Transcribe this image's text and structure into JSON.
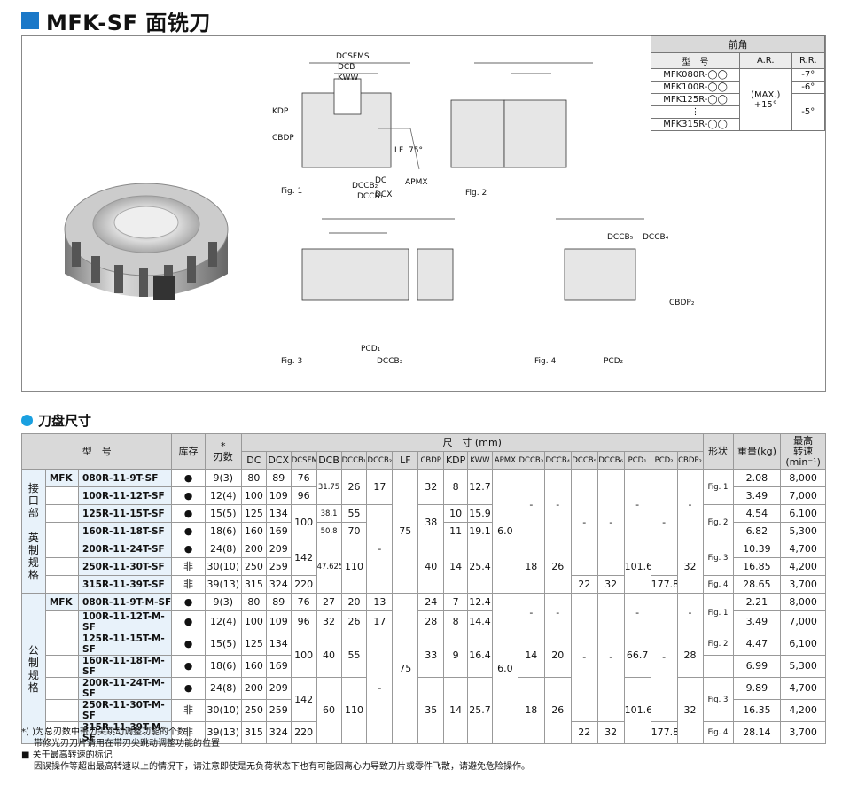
{
  "title": "MFK-SF 面铣刀",
  "rake_table": {
    "header": "前角",
    "col_model": "型　号",
    "col_ar": "A.R.",
    "col_rr": "R.R.",
    "rows": [
      {
        "model": "MFK080R-◯◯",
        "rr": "-7°"
      },
      {
        "model": "MFK100R-◯◯",
        "rr": "-6°"
      },
      {
        "model": "MFK125R-◯◯",
        "rr": "-5°"
      },
      {
        "model": "⋮",
        "rr": ""
      },
      {
        "model": "MFK315R-◯◯",
        "rr": ""
      }
    ],
    "ar_value_1": "(MAX.)",
    "ar_value_2": "+15°"
  },
  "figures": {
    "fig1": "Fig. 1",
    "fig2": "Fig. 2",
    "fig3": "Fig. 3",
    "fig4": "Fig. 4",
    "dims": {
      "dcsfms": "DCSFMS",
      "dcb": "DCB",
      "kww": "KWW",
      "kdp": "KDP",
      "cbdp": "CBDP",
      "lf": "LF",
      "dc": "DC",
      "dcx": "DCX",
      "apmx": "APMX",
      "dccb1": "DCCB₁",
      "dccb2": "DCCB₂",
      "dccb3": "DCCB₃",
      "dccb4": "DCCB₄",
      "dccb5": "DCCB₅",
      "cbdp2": "CBDP₂",
      "pcd1": "PCD₁",
      "pcd2": "PCD₂",
      "angle": "75°"
    }
  },
  "section_title": "刀盘尺寸",
  "table": {
    "h_model": "型　号",
    "h_stock": "库存",
    "h_star": "*",
    "h_teeth": "刃数",
    "h_size": "尺　寸 (mm)",
    "h_shape": "形状",
    "h_weight": "重量(kg)",
    "h_speed_1": "最高",
    "h_speed_2": "转速",
    "h_speed_3": "(min⁻¹)",
    "cols": [
      "DC",
      "DCX",
      "DCSFMS",
      "DCB",
      "DCCB₁",
      "DCCB₂",
      "LF",
      "CBDP",
      "KDP",
      "KWW",
      "APMX",
      "DCCB₃",
      "DCCB₄",
      "DCCB₅",
      "DCCB₆",
      "PCD₁",
      "PCD₂",
      "CBDP₂"
    ],
    "group1_label": [
      "接",
      "口",
      "部",
      "",
      "英",
      "制",
      "规",
      "格"
    ],
    "group2_label": [
      "公",
      "制",
      "规",
      "格"
    ],
    "mfk": "MFK",
    "g1": [
      {
        "m": "080R-11-9T-SF",
        "s": "●",
        "z": "9(3)",
        "dc": "80",
        "dcx": "89",
        "fms": "76",
        "wt": "2.08",
        "sp": "8,000"
      },
      {
        "m": "100R-11-12T-SF",
        "s": "●",
        "z": "12(4)",
        "dc": "100",
        "dcx": "109",
        "fms": "96",
        "wt": "3.49",
        "sp": "7,000"
      },
      {
        "m": "125R-11-15T-SF",
        "s": "●",
        "z": "15(5)",
        "dc": "125",
        "dcx": "134",
        "wt": "4.54",
        "sp": "6,100"
      },
      {
        "m": "160R-11-18T-SF",
        "s": "●",
        "z": "18(6)",
        "dc": "160",
        "dcx": "169",
        "wt": "6.82",
        "sp": "5,300"
      },
      {
        "m": "200R-11-24T-SF",
        "s": "●",
        "z": "24(8)",
        "dc": "200",
        "dcx": "209",
        "wt": "10.39",
        "sp": "4,700"
      },
      {
        "m": "250R-11-30T-SF",
        "s": "非",
        "z": "30(10)",
        "dc": "250",
        "dcx": "259",
        "wt": "16.85",
        "sp": "4,200"
      },
      {
        "m": "315R-11-39T-SF",
        "s": "非",
        "z": "39(13)",
        "dc": "315",
        "dcx": "324",
        "fms": "220",
        "wt": "28.65",
        "sp": "3,700"
      }
    ],
    "g1v": {
      "dcb_a": "31.75",
      "dccb1_a": "26",
      "dccb2_a": "17",
      "dcb_b": "38.1",
      "dccb1_b": "55",
      "fms_b": "100",
      "dcb_c": "50.8",
      "dccb1_c": "70",
      "fms_d": "142",
      "dcb_d": "47.625",
      "dccb1_d": "110",
      "dccb2_d": "-",
      "lf": "75",
      "cbdp_a": "32",
      "kdp_a": "8",
      "kww_a": "12.7",
      "cbdp_b": "38",
      "kdp_b1": "10",
      "kww_b1": "15.9",
      "kdp_b2": "11",
      "kww_b2": "19.1",
      "cbdp_d": "40",
      "kdp_d": "14",
      "kww_d": "25.4",
      "apmx": "6.0",
      "dccb3_a": "-",
      "dccb4_a": "-",
      "dccb3_d": "18",
      "dccb4_d": "26",
      "dccb5_b": "-",
      "dccb6_b": "-",
      "dccb5_e": "22",
      "dccb6_e": "32",
      "pcd1_a": "-",
      "pcd1_d": "101.6",
      "pcd2_b": "-",
      "pcd2_e": "177.8",
      "cbdp2_a": "-",
      "cbdp2_d": "32",
      "fig1": "Fig. 1",
      "fig2": "Fig. 2",
      "fig3": "Fig. 3",
      "fig4": "Fig. 4"
    },
    "g2": [
      {
        "m": "080R-11-9T-M-SF",
        "s": "●",
        "z": "9(3)",
        "dc": "80",
        "dcx": "89",
        "fms": "76",
        "dcb": "27",
        "d1": "20",
        "d2": "13",
        "cbdp": "24",
        "kdp": "7",
        "kww": "12.4",
        "wt": "2.21",
        "sp": "8,000"
      },
      {
        "m": "100R-11-12T-M-SF",
        "s": "●",
        "z": "12(4)",
        "dc": "100",
        "dcx": "109",
        "fms": "96",
        "dcb": "32",
        "d1": "26",
        "d2": "17",
        "cbdp": "28",
        "kdp": "8",
        "kww": "14.4",
        "wt": "3.49",
        "sp": "7,000"
      },
      {
        "m": "125R-11-15T-M-SF",
        "s": "●",
        "z": "15(5)",
        "dc": "125",
        "dcx": "134",
        "wt": "4.47",
        "sp": "6,100"
      },
      {
        "m": "160R-11-18T-M-SF",
        "s": "●",
        "z": "18(6)",
        "dc": "160",
        "dcx": "169",
        "wt": "6.99",
        "sp": "5,300"
      },
      {
        "m": "200R-11-24T-M-SF",
        "s": "●",
        "z": "24(8)",
        "dc": "200",
        "dcx": "209",
        "wt": "9.89",
        "sp": "4,700"
      },
      {
        "m": "250R-11-30T-M-SF",
        "s": "非",
        "z": "30(10)",
        "dc": "250",
        "dcx": "259",
        "wt": "16.35",
        "sp": "4,200"
      },
      {
        "m": "315R-11-39T-M-SF",
        "s": "非",
        "z": "39(13)",
        "dc": "315",
        "dcx": "324",
        "fms": "220",
        "wt": "28.14",
        "sp": "3,700"
      }
    ],
    "g2v": {
      "fms_b": "100",
      "dcb_b": "40",
      "d1_b": "55",
      "fms_d": "142",
      "dcb_d": "60",
      "d1_d": "110",
      "d2_c": "-",
      "lf": "75",
      "cbdp_b": "33",
      "kdp_b": "9",
      "kww_b": "16.4",
      "cbdp_d": "35",
      "kdp_d": "14",
      "kww_d": "25.7",
      "apmx": "6.0",
      "d3_a": "-",
      "d4_a": "-",
      "d3_b": "14",
      "d4_b": "20",
      "d3_d": "18",
      "d4_d": "26",
      "d5_a": "-",
      "d6_a": "-",
      "d5_e": "22",
      "d6_e": "32",
      "pcd1_a": "-",
      "pcd1_b": "66.7",
      "pcd1_d": "101.6",
      "pcd2_a": "-",
      "pcd2_e": "177.8",
      "cbdp2_a": "-",
      "cbdp2_b": "28",
      "cbdp2_d": "32",
      "fig1": "Fig. 1",
      "fig2": "Fig. 2",
      "fig3": "Fig. 3",
      "fig4": "Fig. 4"
    }
  },
  "notes": {
    "n1": "*(   )为总刃数中带刃尖跳动调整功能的个数",
    "n2": "带修光刃刀片请用在带刃尖跳动调整功能的位置",
    "n3": "■ 关于最高转速的标记",
    "n4": "因误操作等超出最高转速以上的情况下，请注意即使是无负荷状态下也有可能因离心力导致刀片或零件飞散，请避免危险操作。"
  }
}
